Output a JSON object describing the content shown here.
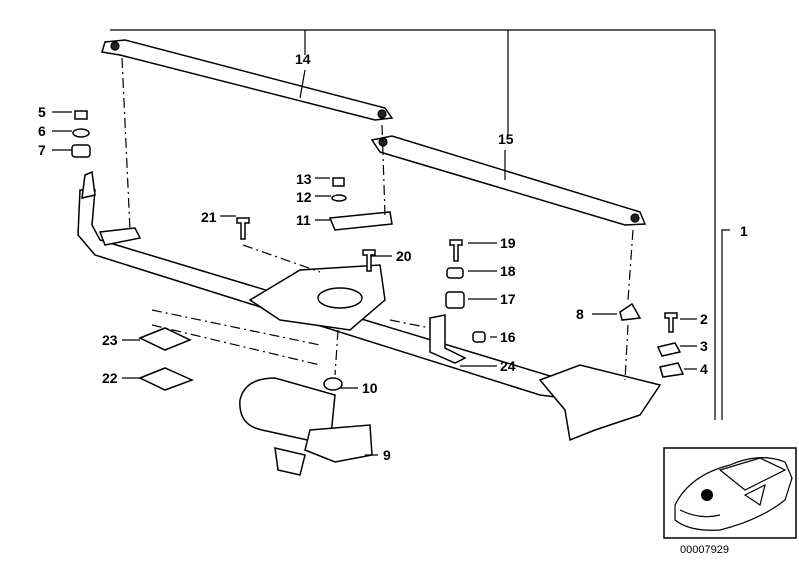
{
  "diagram": {
    "image_number": "00007929",
    "callouts": [
      {
        "id": "1",
        "label": "1"
      },
      {
        "id": "2",
        "label": "2"
      },
      {
        "id": "3",
        "label": "3"
      },
      {
        "id": "4",
        "label": "4"
      },
      {
        "id": "5",
        "label": "5"
      },
      {
        "id": "6",
        "label": "6"
      },
      {
        "id": "7",
        "label": "7"
      },
      {
        "id": "8",
        "label": "8"
      },
      {
        "id": "9",
        "label": "9"
      },
      {
        "id": "10",
        "label": "10"
      },
      {
        "id": "11",
        "label": "11"
      },
      {
        "id": "12",
        "label": "12"
      },
      {
        "id": "13",
        "label": "13"
      },
      {
        "id": "14",
        "label": "14"
      },
      {
        "id": "15",
        "label": "15"
      },
      {
        "id": "16",
        "label": "16"
      },
      {
        "id": "17",
        "label": "17"
      },
      {
        "id": "18",
        "label": "18"
      },
      {
        "id": "19",
        "label": "19"
      },
      {
        "id": "20",
        "label": "20"
      },
      {
        "id": "21",
        "label": "21"
      },
      {
        "id": "22",
        "label": "22"
      },
      {
        "id": "23",
        "label": "23"
      },
      {
        "id": "24",
        "label": "24"
      }
    ],
    "locator_marker_color": "#000000"
  }
}
